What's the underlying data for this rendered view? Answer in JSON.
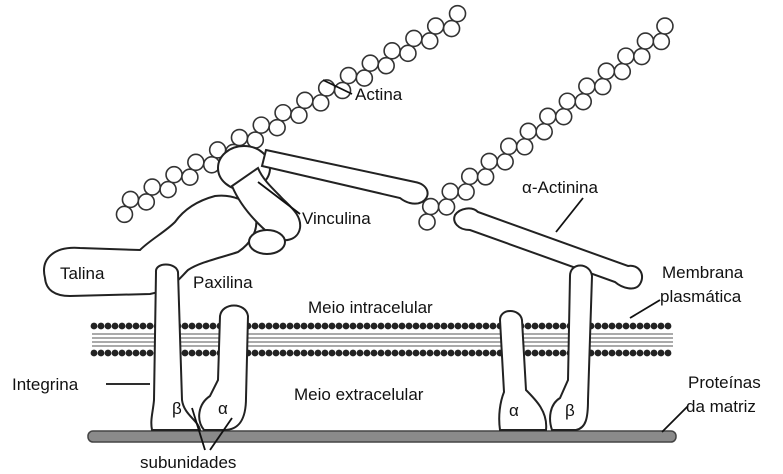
{
  "diagram": {
    "labels": {
      "actina": "Actina",
      "alpha_actinina": "α-Actinina",
      "vinculina": "Vinculina",
      "talina": "Talina",
      "paxilina": "Paxilina",
      "membrana_line1": "Membrana",
      "membrana_line2": "plasmática",
      "meio_intracelular": "Meio intracelular",
      "meio_extracelular": "Meio extracelular",
      "integrina": "Integrina",
      "proteinas_line1": "Proteínas",
      "proteinas_line2": "da matriz",
      "subunidades": "subunidades",
      "beta_left": "β",
      "alpha_left": "α",
      "alpha_right": "α",
      "beta_right": "β"
    }
  }
}
